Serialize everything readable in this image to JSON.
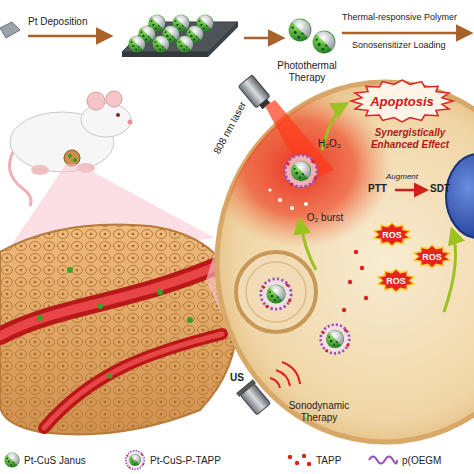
{
  "diagram": {
    "nodes": [
      {
        "text": [
          "Apoptosis"
        ]
      },
      {
        "text": [
          "ROS"
        ]
      },
      {
        "text": [
          "ROS"
        ]
      },
      {
        "text": [
          "ROS"
        ]
      }
    ],
    "labels": [
      "Pt Deposition",
      "Thermal-responsive Polymer",
      "Sonosensitizer Loading",
      "Photothermal Therapy",
      "808 nm laser",
      "H₂O₂",
      "O₂ burst",
      "Synergistically Enhanced Effect",
      "PTT",
      "Augment",
      "SDT",
      "US",
      "Sonodynamic Therapy"
    ],
    "legend": [
      {
        "text": "Pt-CuS Janus"
      },
      {
        "text": "Pt-CuS-P-TAPP"
      },
      {
        "text": "TAPP"
      },
      {
        "text": "p(OEGM"
      }
    ]
  }
}
